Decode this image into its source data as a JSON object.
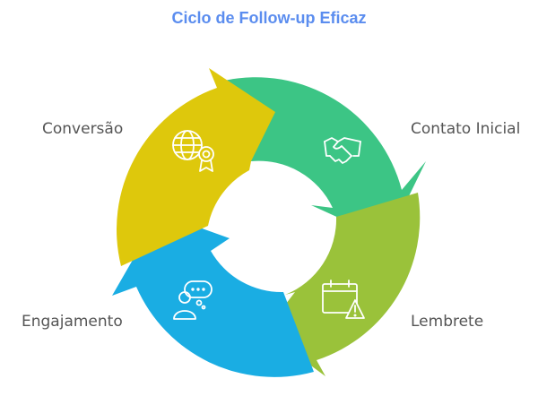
{
  "title": "Ciclo de Follow-up Eficaz",
  "colors": {
    "title": "#5B8DEF",
    "contato": "#3CC585",
    "lembrete": "#9AC23A",
    "engajamento": "#1AADE3",
    "conversao": "#DEC80C"
  },
  "stages": {
    "contato": {
      "label": "Contato Inicial",
      "icon": "handshake-icon"
    },
    "lembrete": {
      "label": "Lembrete",
      "icon": "calendar-warning-icon"
    },
    "engajamento": {
      "label": "Engajamento",
      "icon": "person-chat-icon"
    },
    "conversao": {
      "label": "Conversão",
      "icon": "globe-award-icon"
    }
  }
}
